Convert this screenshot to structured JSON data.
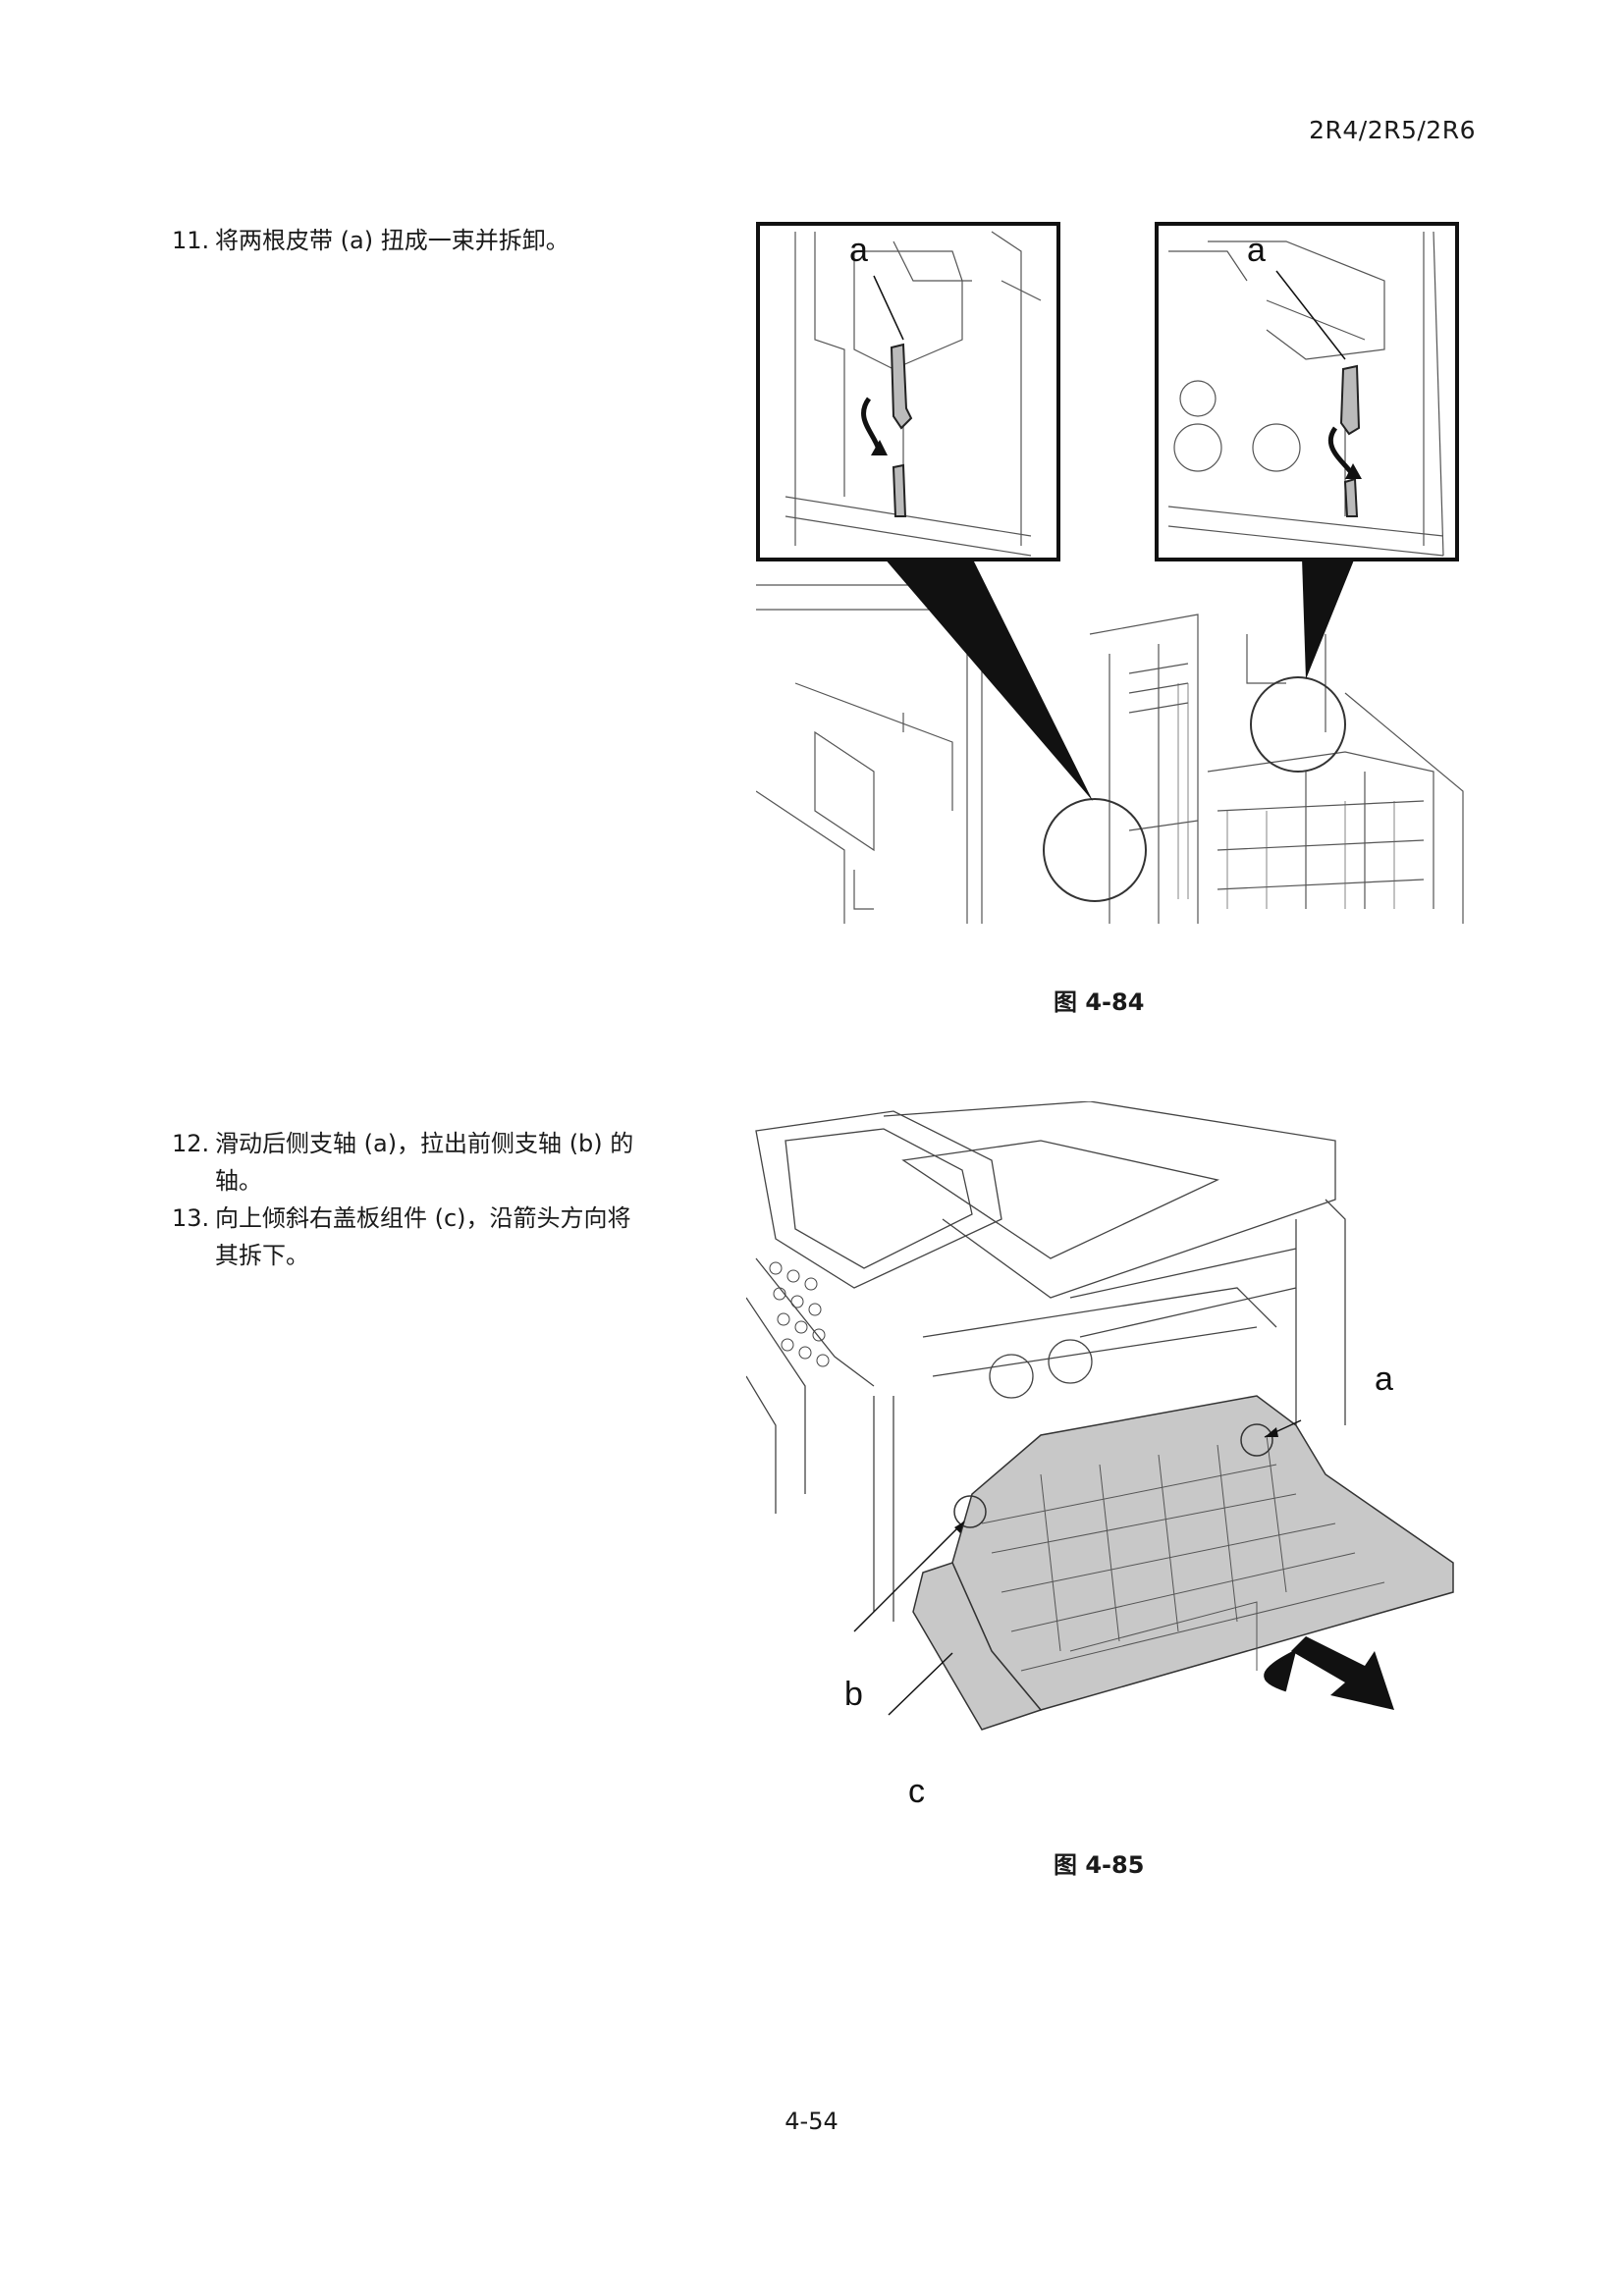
{
  "header": {
    "model": "2R4/2R5/2R6"
  },
  "steps": [
    {
      "number": "11.",
      "lines": [
        "将两根皮带 (a) 扭成一束并拆卸。"
      ]
    },
    {
      "number": "12.",
      "lines": [
        "滑动后侧支轴 (a)，拉出前侧支轴 (b) 的",
        "轴。"
      ]
    },
    {
      "number": "13.",
      "lines": [
        "向上倾斜右盖板组件 (c)，沿箭头方向将",
        "其拆下。"
      ]
    }
  ],
  "figures": [
    {
      "caption": "图 4-84",
      "callouts": [
        "a",
        "a"
      ]
    },
    {
      "caption": "图 4-85",
      "callouts": [
        "a",
        "b",
        "c"
      ]
    }
  ],
  "footer": {
    "page": "4-54"
  }
}
